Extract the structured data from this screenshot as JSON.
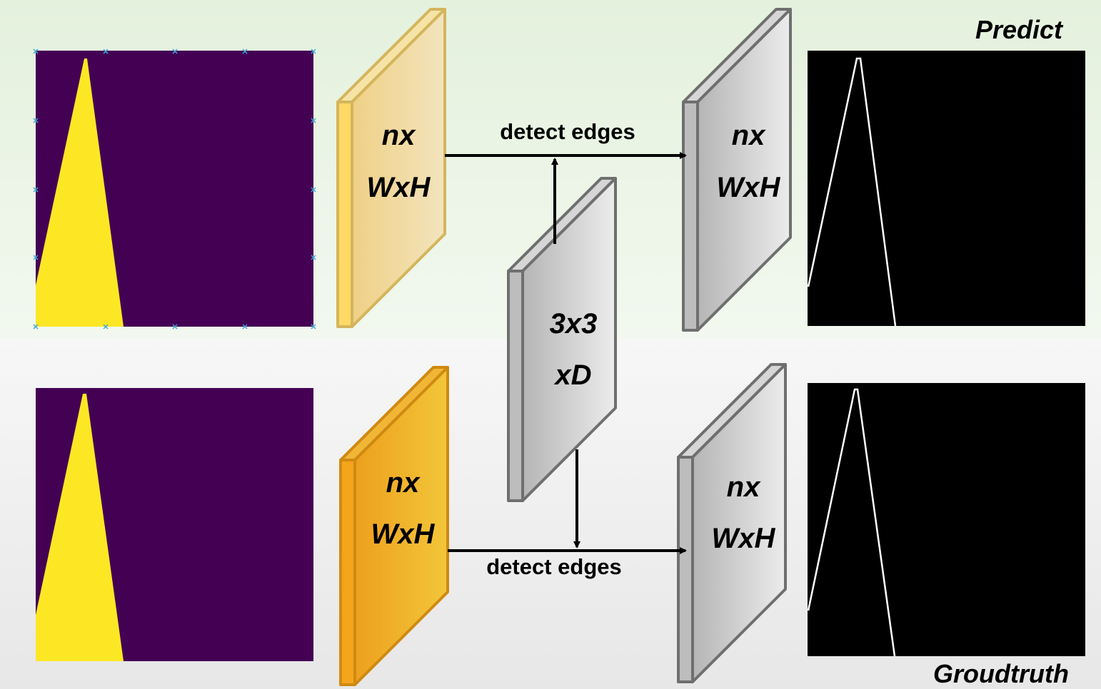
{
  "rows": {
    "top": {
      "label": "Predict"
    },
    "bottom": {
      "label": "Groudtruth"
    }
  },
  "blocks": {
    "predict_features": {
      "line1": "nx",
      "line2": "WxH"
    },
    "predict_edges": {
      "line1": "nx",
      "line2": "WxH"
    },
    "kernel": {
      "line1": "3x3",
      "line2": "xD"
    },
    "gt_features": {
      "line1": "nx",
      "line2": "WxH"
    },
    "gt_edges": {
      "line1": "nx",
      "line2": "WxH"
    }
  },
  "arrows": {
    "top": {
      "label": "detect edges"
    },
    "bottom": {
      "label": "detect edges"
    }
  },
  "colors": {
    "mask_background": "#440154",
    "mask_foreground": "#fde725",
    "edge_background": "#000000",
    "edge_line": "#ffffff",
    "tick_marker": "#3fa9d8",
    "predict_block": "#f1d792",
    "groundtruth_block": "#f0a324",
    "gray_block": "#c8c8c8",
    "top_band": "#e6f2e0",
    "bottom_band": "#ececec"
  }
}
